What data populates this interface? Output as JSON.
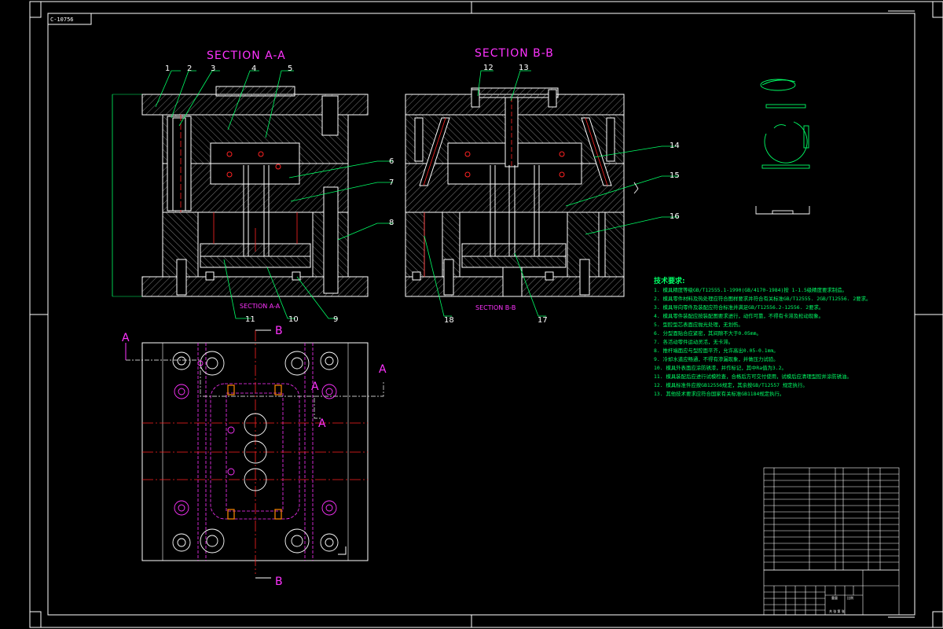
{
  "drawing": {
    "code_box": "C-10756",
    "section_a_title": "SECTION A-A",
    "section_b_title": "SECTION B-B",
    "section_a_label": "SECTION A-A",
    "section_b_label": "SECTION B-B",
    "cut_marks": {
      "a_left": "A",
      "a_right": "A",
      "a_inner_top": "A",
      "a_inner_bottom": "A",
      "b_top": "B",
      "b_bottom": "B"
    },
    "callouts": [
      "1",
      "2",
      "3",
      "4",
      "5",
      "6",
      "7",
      "8",
      "9",
      "10",
      "11",
      "12",
      "13",
      "14",
      "15",
      "16",
      "17",
      "18"
    ]
  },
  "tech_notes": {
    "title": "技术要求:",
    "items": [
      "1. 模具精度等级GB/T12555.1-1990(GB/4170-1984)按 1-1.5级精度要求制造。",
      "2. 模具零件材料及热处理应符合图样要求并符合有关标准GB/T12555. 2GB/T12556. 2要求。",
      "3. 模具导向零件及装配应符合标准并满足GB/T12556.2-12556. 2要求。",
      "4. 模具零件装配应按装配图要求进行，动作可靠，不得有卡滞及松动现象。",
      "5. 型腔型芯表面应抛光处理，无划伤。",
      "6. 分型面贴合应紧密，其间隙不大于0.05mm。",
      "7. 各活动零件运动灵活，无卡滞。",
      "8. 推杆端面应与型腔面平齐，允许高出0.05-0.1mm。",
      "9. 冷却水道应畅通，不得有渗漏现象，并做压力试验。",
      "10. 模具外表面应涂防锈漆，并作标记，其中Ra值为3.2。",
      "11. 模具装配后应进行试模检查，合格后方可交付使用，试模后应清理型腔并涂防锈油。",
      "12. 模具标准件应按GB12556规定，其余按GB/T12557 规定执行。",
      "13. 其他技术要求应符合国家有关标准GB1184规定执行。"
    ]
  },
  "title_block": {
    "label_weight": "重量",
    "label_scale": "比例",
    "label_sheet": "共 张 第 张"
  },
  "colors": {
    "background": "#000000",
    "frame": "#ffffff",
    "section_title": "#ff33ff",
    "notes": "#00ff66",
    "centerline": "#ff2222",
    "hatch": "#bbbbbb",
    "highlight": "#ff8800",
    "slot": "#ff33ff"
  }
}
